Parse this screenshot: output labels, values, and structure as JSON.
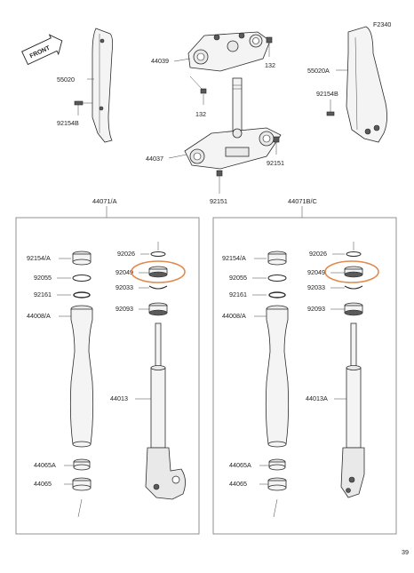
{
  "figure_code": "F2340",
  "front_label": "FRONT",
  "page_number": "39",
  "highlight_color": "#e08a4e",
  "top_parts": {
    "p55020": "55020",
    "p92154b_left": "92154B",
    "p44039": "44039",
    "p132_top": "132",
    "p132_mid": "132",
    "p44037": "44037",
    "p92151_right": "92151",
    "p92151_bottom": "92151",
    "p55020a": "55020A",
    "p92154b_right": "92154B"
  },
  "left_assembly": {
    "title": "44071/A",
    "labels": {
      "p92154a": "92154/A",
      "p92055": "92055",
      "p92161": "92161",
      "p44008a": "44008/A",
      "p92026": "92026",
      "p92049": "92049",
      "p92033": "92033",
      "p92093": "92093",
      "p44013": "44013",
      "p44065a": "44065A",
      "p44065": "44065"
    }
  },
  "right_assembly": {
    "title": "44071B/C",
    "labels": {
      "p92154a": "92154/A",
      "p92055": "92055",
      "p92161": "92161",
      "p44008a": "44008/A",
      "p92026": "92026",
      "p92049": "92049",
      "p92033": "92033",
      "p92093": "92093",
      "p44013a": "44013A",
      "p44065a": "44065A",
      "p44065": "44065"
    }
  }
}
